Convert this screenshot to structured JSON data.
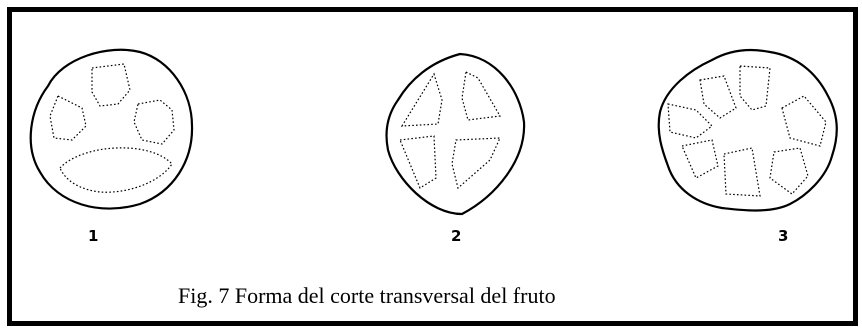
{
  "figure": {
    "caption": "Fig. 7 Forma del corte transversal del fruto",
    "items": [
      {
        "label": "1",
        "shape": "rounded, 4 locules"
      },
      {
        "label": "2",
        "shape": "angular, 4 locules"
      },
      {
        "label": "3",
        "shape": "lobed, 7 locules"
      }
    ]
  },
  "colors": {
    "border": "#000000",
    "background": "#ffffff",
    "ink": "#000000"
  }
}
